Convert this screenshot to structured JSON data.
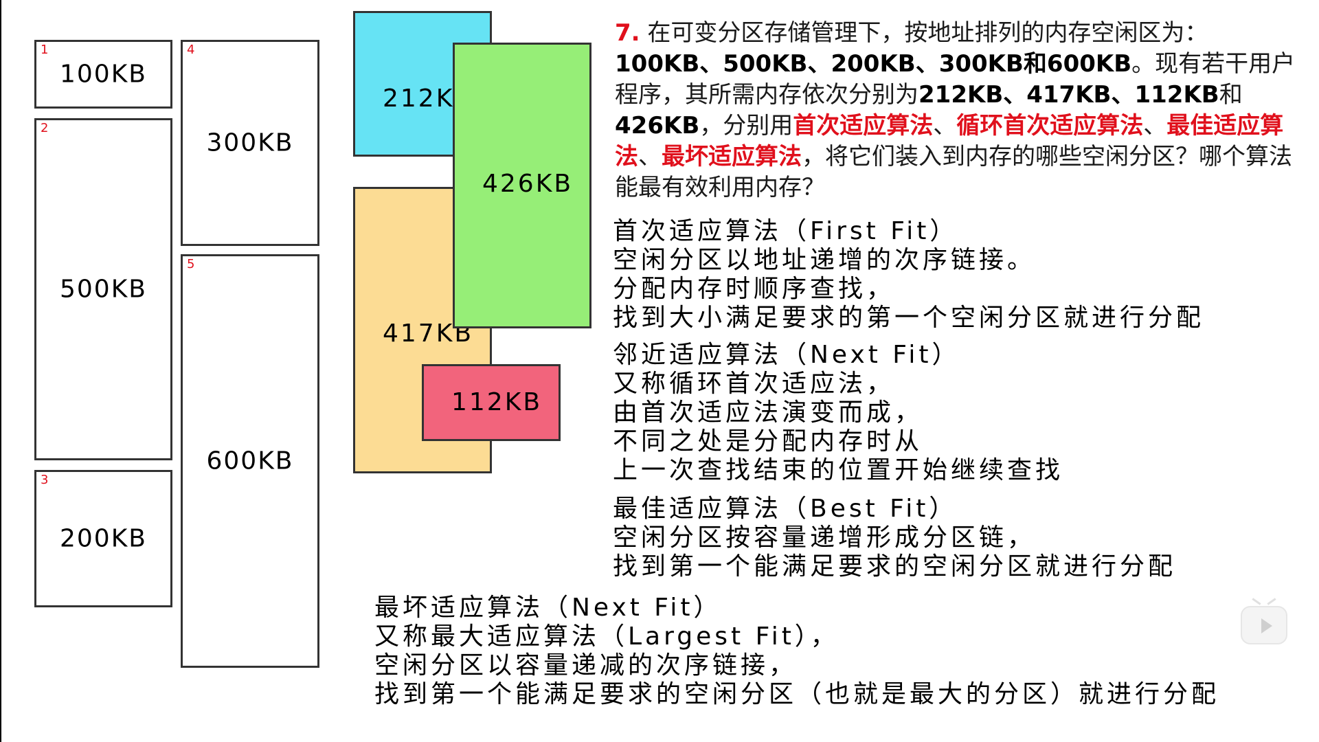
{
  "partitions": [
    {
      "num": "1",
      "size": "100KB"
    },
    {
      "num": "2",
      "size": "500KB"
    },
    {
      "num": "3",
      "size": "200KB"
    },
    {
      "num": "4",
      "size": "300KB"
    },
    {
      "num": "5",
      "size": "600KB"
    }
  ],
  "jobs": [
    {
      "label": "212KB",
      "color": "#66e3f4"
    },
    {
      "label": "417KB",
      "color": "#fcdc94"
    },
    {
      "label": "426KB",
      "color": "#96ee77"
    },
    {
      "label": "112KB",
      "color": "#f2647c"
    }
  ],
  "question": {
    "number": "7.",
    "t1": "在可变分区存储管理下，按地址排列的内存空闲区为：",
    "t2": "100KB、500KB、200KB、300KB和600KB",
    "t3": "。现有若干用户程序，其所需内存依次分别为",
    "t4": "212KB、417KB、112KB",
    "t5": "和",
    "t6": "426KB",
    "t7": "，分别用",
    "alg1": "首次适应算法",
    "sep1": "、",
    "alg2": "循环首次适应算法",
    "sep2": "、",
    "alg3": "最佳适应算法",
    "sep3": "、",
    "alg4": "最坏适应算法",
    "t8": "，将它们装入到内存的哪些空闲分区？哪个算法能最有效利用内存？"
  },
  "first_fit": {
    "title": "首次适应算法（First Fit）",
    "lines": [
      "空闲分区以地址递增的次序链接。",
      "分配内存时顺序查找，",
      "找到大小满足要求的第一个空闲分区就进行分配"
    ]
  },
  "next_fit": {
    "title": "邻近适应算法（Next Fit）",
    "lines": [
      "又称循环首次适应法，",
      "由首次适应法演变而成，",
      "不同之处是分配内存时从",
      "上一次查找结束的位置开始继续查找"
    ]
  },
  "best_fit": {
    "title": "最佳适应算法（Best Fit）",
    "lines": [
      "空闲分区按容量递增形成分区链，",
      "找到第一个能满足要求的空闲分区就进行分配"
    ]
  },
  "worst_fit": {
    "title": "最坏适应算法（Next Fit）",
    "lines": [
      "又称最大适应算法（Largest Fit），",
      "空闲分区以容量递减的次序链接，",
      "找到第一个能满足要求的空闲分区（也就是最大的分区）就进行分配"
    ]
  }
}
